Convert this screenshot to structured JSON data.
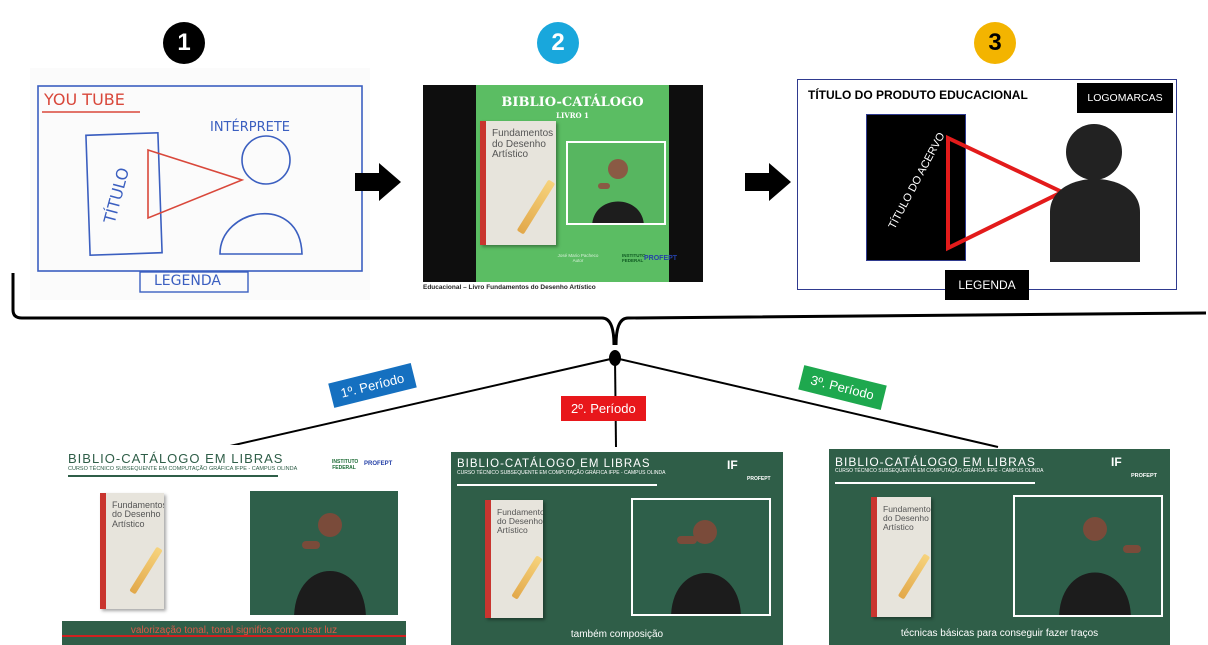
{
  "steps": [
    {
      "number": "1",
      "color": "#000000"
    },
    {
      "number": "2",
      "color": "#19a7dc"
    },
    {
      "number": "3",
      "color": "#f3b400"
    }
  ],
  "sketch": {
    "youtube": "YOU TUBE",
    "titulo": "TÍTULO",
    "interprete": "INTÉRPRETE",
    "legenda": "LEGENDA"
  },
  "screenshot2": {
    "title": "BIBLIO-CATÁLOGO",
    "subtitle": "LIVRO 1",
    "book_title": "Fundamentos do Desenho Artístico",
    "author": "José Mario Pacheco\nAutor",
    "logo_if": "INSTITUTO\nFEDERAL",
    "logo_profept": "PROFEPT",
    "caption": "Educacional – Livro Fundamentos do Desenho Artístico"
  },
  "layout3": {
    "title": "TÍTULO DO PRODUTO EDUCACIONAL",
    "logos": "LOGOMARCAS",
    "acervo": "TÍTULO DO ACERVO",
    "legend": "LEGENDA"
  },
  "periods": [
    {
      "label": "1º. Período",
      "color": "#1570c0"
    },
    {
      "label": "2º. Período",
      "color": "#e8171b"
    },
    {
      "label": "3º. Período",
      "color": "#1ea84e"
    }
  ],
  "frames": [
    {
      "title": "BIBLIO-CATÁLOGO EM LIBRAS",
      "subtitle": "CURSO TÉCNICO SUBSEQUENTE EM COMPUTAÇÃO GRÁFICA IFPE - CAMPUS OLINDA",
      "book_title": "Fundamentos do Desenho Artístico",
      "logo_if": "INSTITUTO FEDERAL",
      "logo_profept": "PROFEPT",
      "caption": "valorização tonal, tonal significa como usar luz"
    },
    {
      "title": "BIBLIO-CATÁLOGO EM LIBRAS",
      "subtitle": "CURSO TÉCNICO SUBSEQUENTE EM COMPUTAÇÃO GRÁFICA IFPE - CAMPUS OLINDA",
      "book_title": "Fundamentos do Desenho Artístico",
      "logo_if": "IF",
      "logo_profept": "PROFEPT",
      "caption": "também composição"
    },
    {
      "title": "BIBLIO-CATÁLOGO EM LIBRAS",
      "subtitle": "CURSO TÉCNICO SUBSEQUENTE EM COMPUTAÇÃO GRÁFICA IFPE - CAMPUS OLINDA",
      "book_title": "Fundamentos do Desenho Artístico",
      "logo_if": "IF",
      "logo_profept": "PROFEPT",
      "caption": "técnicas básicas para conseguir fazer traços"
    }
  ]
}
